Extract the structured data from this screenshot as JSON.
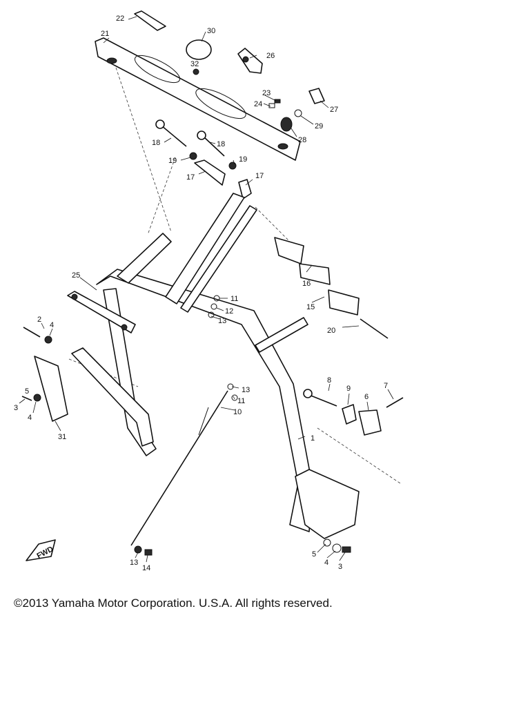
{
  "copyright": "©2013 Yamaha Motor Corporation. U.S.A. All rights reserved.",
  "fwd_label": "FWD",
  "callouts": {
    "c1": "1",
    "c2": "2",
    "c3a": "3",
    "c3b": "3",
    "c4a": "4",
    "c4b": "4",
    "c4c": "4",
    "c5a": "5",
    "c5b": "5",
    "c6": "6",
    "c7": "7",
    "c8": "8",
    "c9": "9",
    "c10": "10",
    "c11a": "11",
    "c11b": "11",
    "c12": "12",
    "c13a": "13",
    "c13b": "13",
    "c13c": "13",
    "c14": "14",
    "c15": "15",
    "c16": "16",
    "c17a": "17",
    "c17b": "17",
    "c18a": "18",
    "c18b": "18",
    "c19a": "19",
    "c19b": "19",
    "c20": "20",
    "c21": "21",
    "c22": "22",
    "c23": "23",
    "c24": "24",
    "c25": "25",
    "c26": "26",
    "c27": "27",
    "c28": "28",
    "c29": "29",
    "c30": "30",
    "c31": "31",
    "c32": "32"
  }
}
